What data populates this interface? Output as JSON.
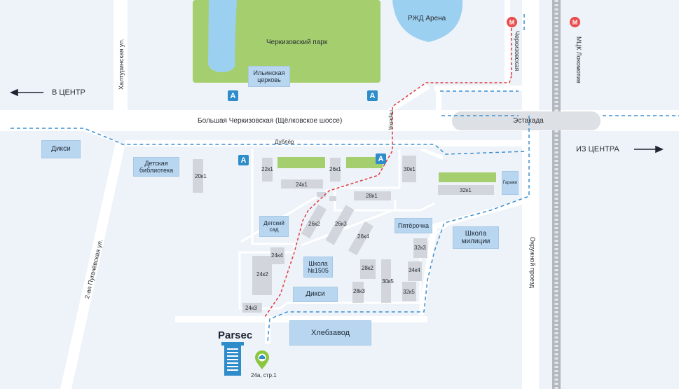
{
  "map": {
    "background_color": "#eef3f9",
    "road_color": "#ffffff",
    "park_color": "#a5cf6e",
    "water_color": "#9bd0f0",
    "building_color": "#d2d6dc",
    "label_bg_color": "#b8d6ef",
    "route_blue_color": "#3d8fd1",
    "route_red_color": "#e03a3a",
    "pin_color": "#8cc63f"
  },
  "streets": {
    "bolshaya": "Большая Черкизовская (Щёлковское шоссе)",
    "dubler": "Дублёр",
    "estakada": "Эстакада",
    "khalturinskaya": "Халтуринская ул.",
    "pugachevskaya": "2-ая Пугачёвская ул.",
    "okruzhnoy": "Окружной проезд",
    "perehod": "Переход"
  },
  "directions": {
    "to_center": "В ЦЕНТР",
    "from_center": "ИЗ ЦЕНТРА"
  },
  "parks": {
    "cherkizovsky": "Черкизовский парк",
    "rzd_arena": "РЖД Арена"
  },
  "metro": {
    "icon": "М",
    "cherkizovskaya": "Черкизовская",
    "mck": "МЦК Локомотив"
  },
  "bus_stop_icon": "А",
  "places": {
    "church": "Ильинская церковь",
    "diksi_west": "Дикси",
    "library": "Детская библиотека",
    "kindergarten": "Детский сад",
    "school1505": "Школа №1505",
    "diksi_south": "Дикси",
    "pyaterochka": "Пятёрочка",
    "police_school": "Школа милиции",
    "garages": "Гаражи",
    "bakery": "Хлебзавод"
  },
  "buildings": {
    "b20k1": "20к1",
    "b22k1": "22к1",
    "b26k1": "26к1",
    "b30k1": "30к1",
    "b24k1": "24к1",
    "b28k1": "28к1",
    "b32k1": "32к1",
    "b26k2": "26к2",
    "b26k3": "26к3",
    "b26k4": "26к4",
    "b24k4": "24к4",
    "b24k2": "24к2",
    "b24k3": "24к3",
    "b28k2": "28к2",
    "b28k3": "28к3",
    "b30k5": "30к5",
    "b32k3": "32к3",
    "b34k4": "34к4",
    "b32k5": "32к5"
  },
  "destination": {
    "name": "Parsec",
    "address": "24а, стр.1"
  }
}
